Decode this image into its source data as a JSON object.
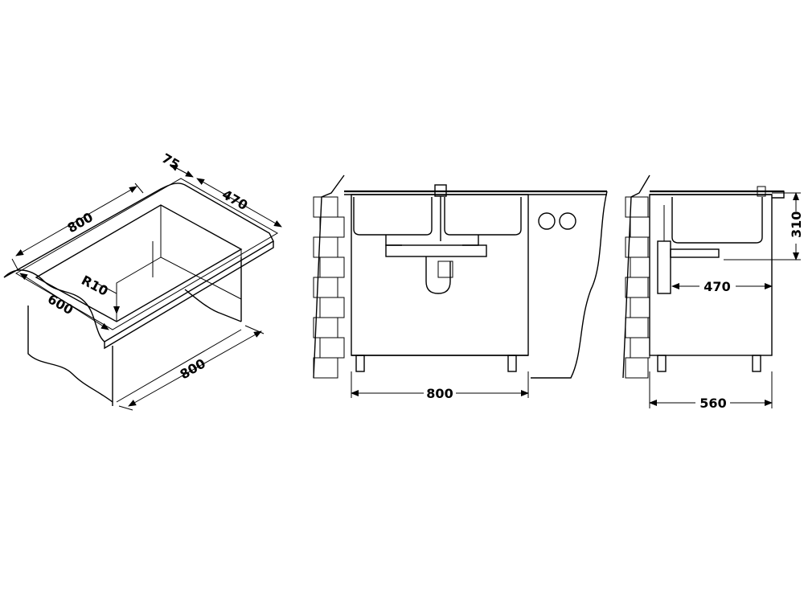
{
  "iso_view": {
    "dim_width": "800",
    "dim_depth_offset": "75",
    "dim_bowl_depth": "470",
    "dim_radius": "R10",
    "dim_cutout": "600",
    "dim_cabinet_length": "800"
  },
  "front_view": {
    "dim_cabinet_width": "800"
  },
  "side_view": {
    "dim_height": "310",
    "dim_bowl_depth": "470",
    "dim_cabinet_depth": "560"
  },
  "colors": {
    "line": "#000000",
    "background": "#ffffff"
  }
}
